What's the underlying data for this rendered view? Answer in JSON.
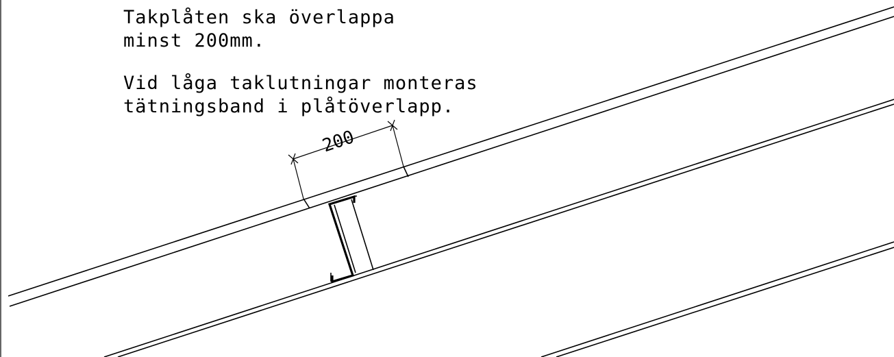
{
  "notes": {
    "overlap_line_1": "Takplåten ska överlappa",
    "overlap_line_2": "minst 200mm.",
    "sealing_line_1": "Vid låga taklutningar monteras",
    "sealing_line_2": "tätningsband i plåtöverlapp."
  },
  "dimension": {
    "label": "200"
  },
  "colors": {
    "line": "#000000",
    "background": "#ffffff"
  }
}
